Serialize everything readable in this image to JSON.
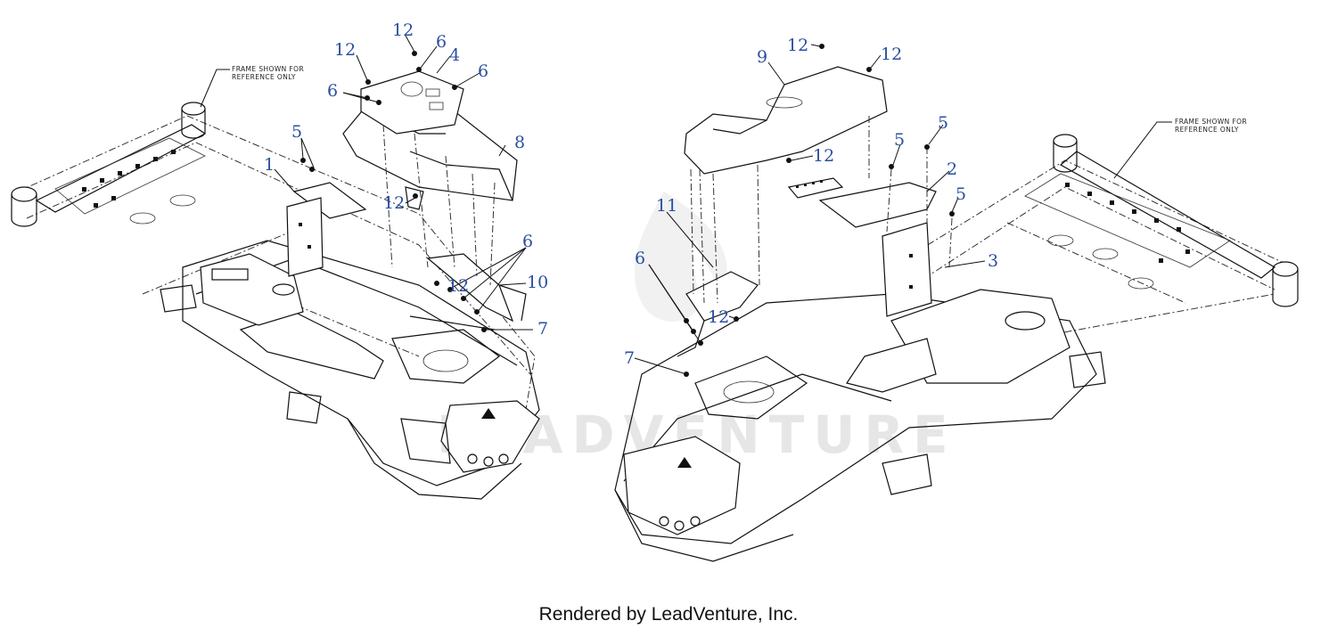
{
  "watermark": "LEADVENTURE",
  "credit": "Rendered by LeadVenture, Inc.",
  "left_view": {
    "frame_note": [
      "FRAME SHOWN FOR",
      "REFERENCE ONLY"
    ],
    "callouts": [
      "12",
      "6",
      "4",
      "6",
      "12",
      "6",
      "8",
      "5",
      "1",
      "12",
      "6",
      "12",
      "10",
      "7"
    ]
  },
  "right_view": {
    "frame_note": [
      "FRAME SHOWN FOR",
      "REFERENCE ONLY"
    ],
    "callouts": [
      "12",
      "12",
      "9",
      "5",
      "5",
      "12",
      "2",
      "5",
      "11",
      "3",
      "6",
      "12",
      "7"
    ]
  }
}
